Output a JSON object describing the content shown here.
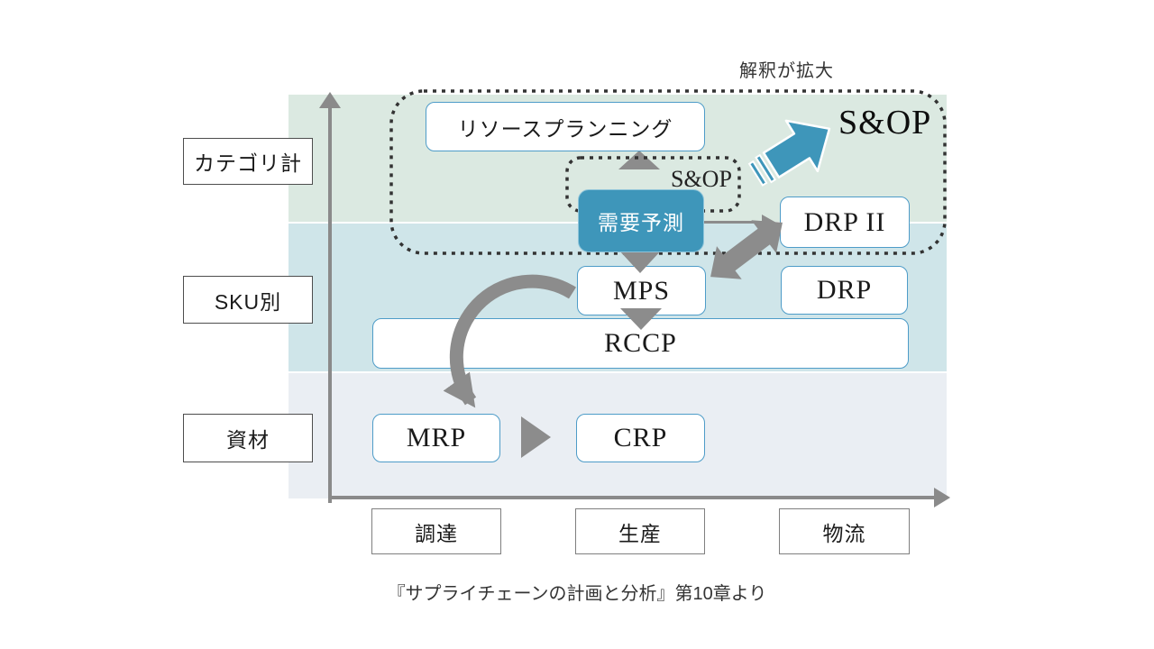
{
  "annotation": {
    "expanded_interpretation": "解釈が拡大"
  },
  "sop": {
    "large_label": "S&OP",
    "small_label": "S&OP"
  },
  "rows": [
    {
      "label": "カテゴリ計"
    },
    {
      "label": "SKU別"
    },
    {
      "label": "資材"
    }
  ],
  "cols": [
    {
      "label": "調達"
    },
    {
      "label": "生産"
    },
    {
      "label": "物流"
    }
  ],
  "boxes": {
    "resource_planning": "リソースプランニング",
    "demand_forecast": "需要予測",
    "drp2": "DRP II",
    "mps": "MPS",
    "drp": "DRP",
    "rccp": "RCCP",
    "mrp": "MRP",
    "crp": "CRP"
  },
  "caption": "『サプライチェーンの計画と分析』第10章より",
  "colors": {
    "accent_teal": "#3E96BA",
    "band_category": "#DBE9E1",
    "band_sku": "#CFE5E9",
    "band_material": "#EAEEF3",
    "arrow_gray": "#8C8C8C",
    "dotted_border": "#333333",
    "box_border_blue": "#4E9CC8"
  }
}
